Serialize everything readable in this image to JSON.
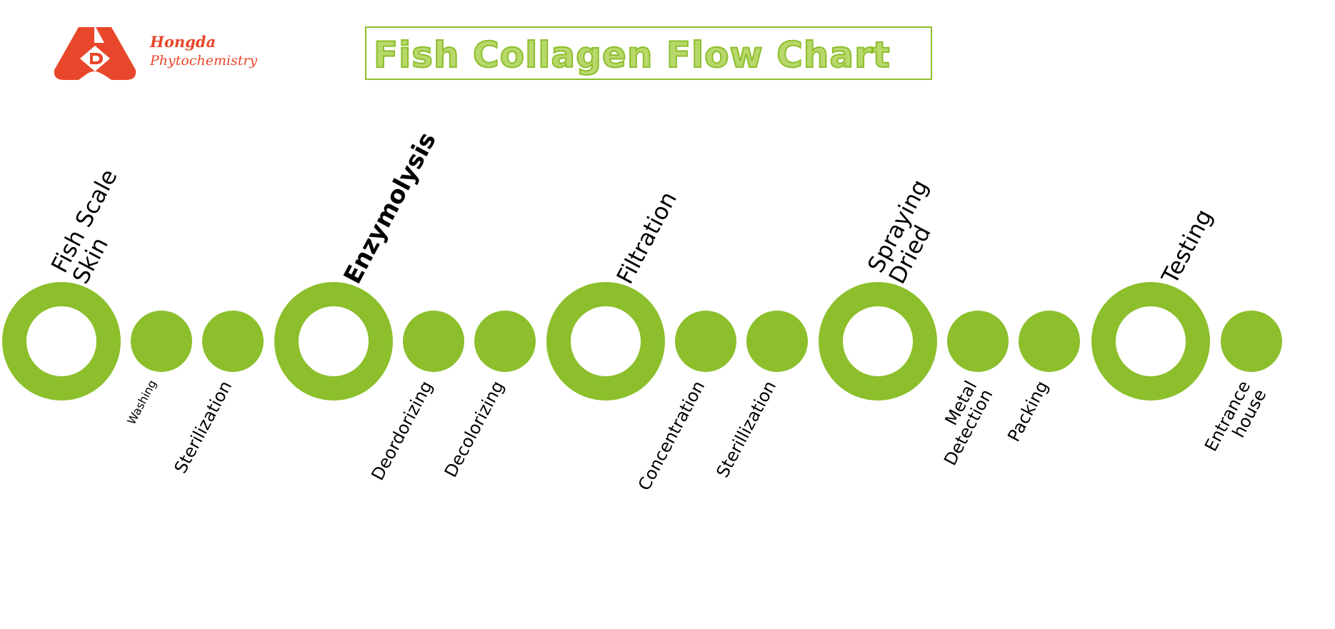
{
  "logo": {
    "brand": "Hongda",
    "sub": "Phytochemistry",
    "icon": "hongda-logo-icon",
    "color": "#e8472b"
  },
  "title": "Fish Collagen Flow Chart",
  "colors": {
    "accent": "#8cbf2b",
    "title_fill": "#b8d86b",
    "logo": "#e8472b"
  },
  "flow": {
    "main_steps": [
      {
        "lines": [
          "Fish Scale",
          "Skin"
        ]
      },
      {
        "lines": [
          "Enzymolysis"
        ]
      },
      {
        "lines": [
          "Filtration"
        ]
      },
      {
        "lines": [
          "Spraying",
          "Dried"
        ]
      },
      {
        "lines": [
          "Testing"
        ]
      }
    ],
    "sub_steps": [
      {
        "after": 0,
        "lines": [
          "Washing"
        ]
      },
      {
        "after": 0,
        "lines": [
          "Sterilization"
        ]
      },
      {
        "after": 1,
        "lines": [
          "Deordorizing"
        ]
      },
      {
        "after": 1,
        "lines": [
          "Decolorizing"
        ]
      },
      {
        "after": 2,
        "lines": [
          "Concentration"
        ]
      },
      {
        "after": 2,
        "lines": [
          "Sterillization"
        ]
      },
      {
        "after": 3,
        "lines": [
          "Metal",
          "Detection"
        ]
      },
      {
        "after": 3,
        "lines": [
          "Packing"
        ]
      },
      {
        "after": 4,
        "lines": [
          "Entrance",
          "house"
        ]
      }
    ]
  }
}
